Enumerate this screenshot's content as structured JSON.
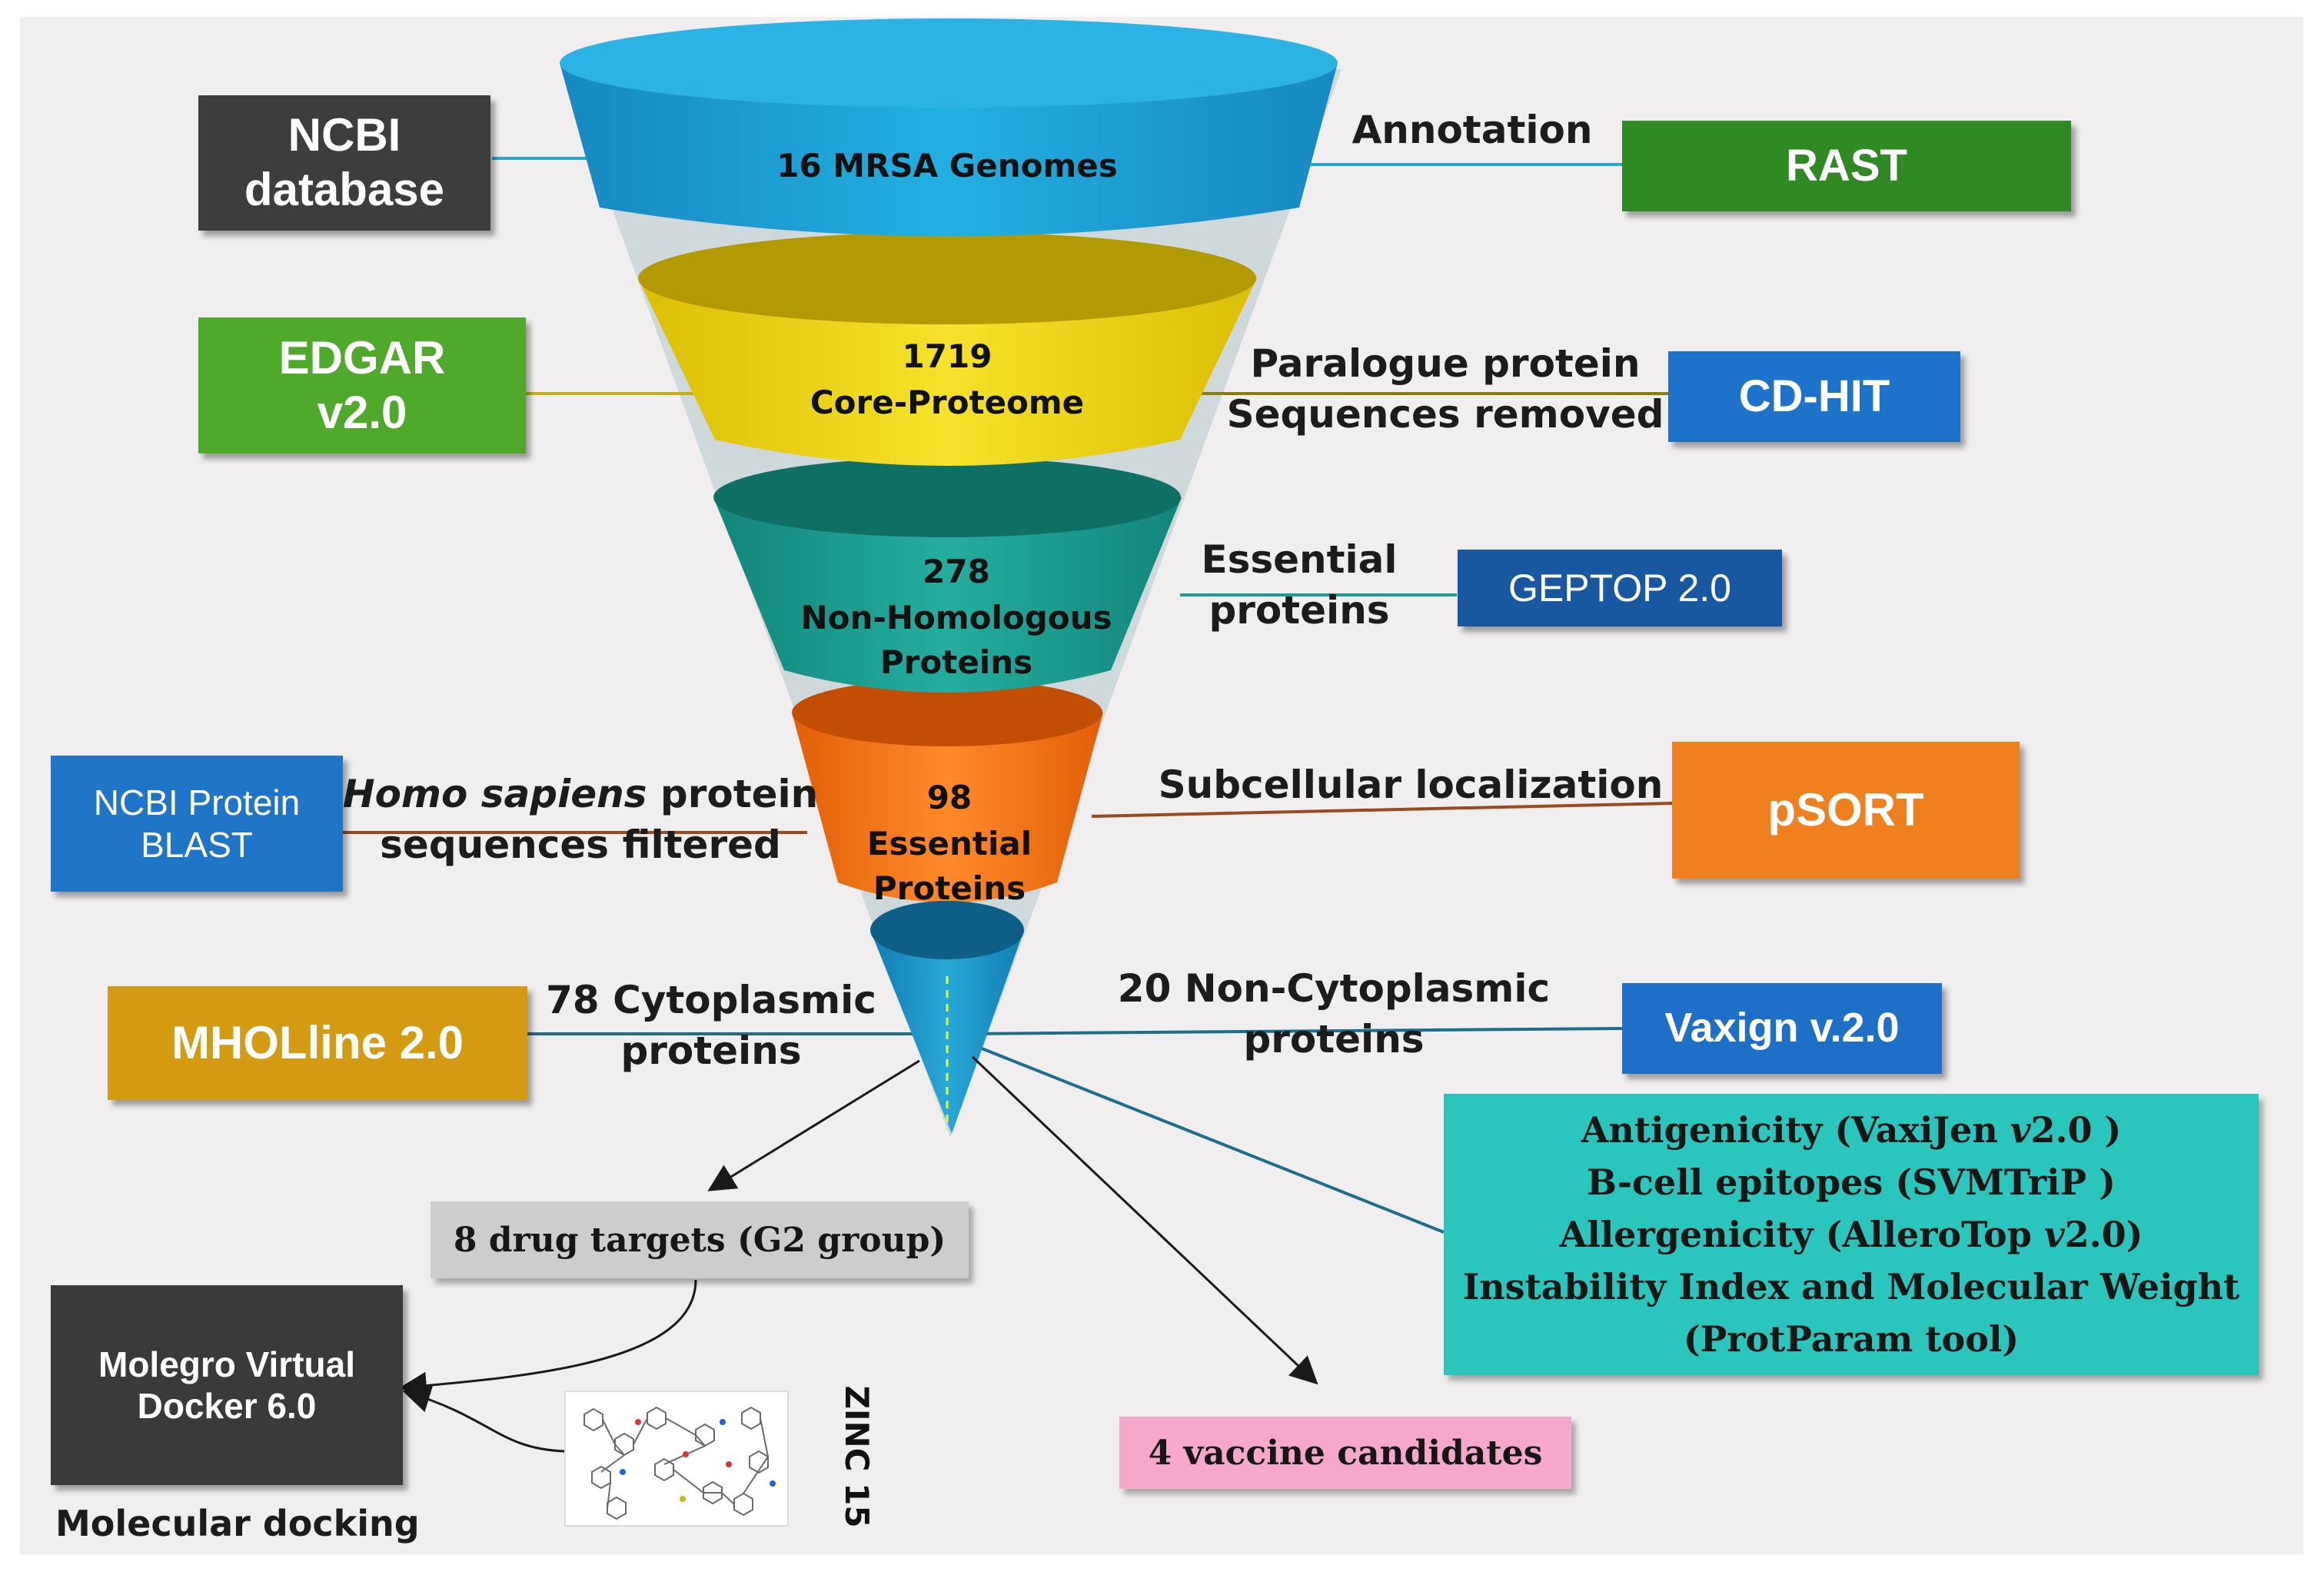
{
  "funnel": {
    "level1": {
      "text": "16 MRSA Genomes"
    },
    "level2": {
      "line1": "1719",
      "line2": "Core-Proteome"
    },
    "level3": {
      "line1": "278",
      "line2": "Non-Homologous",
      "line3": "Proteins"
    },
    "level4": {
      "line1": "98",
      "line2": "Essential",
      "line3": "Proteins"
    }
  },
  "tools": {
    "ncbi_database": {
      "line1": "NCBI",
      "line2": "database"
    },
    "rast": {
      "text": "RAST"
    },
    "edgar": {
      "line1": "EDGAR",
      "line2": "v2.0"
    },
    "cdhit": {
      "text": "CD-HIT"
    },
    "geptop": {
      "text": "GEPTOP 2.0"
    },
    "ncbi_blast": {
      "line1": "NCBI Protein",
      "line2": "BLAST"
    },
    "psort": {
      "text": "pSORT"
    },
    "mholline": {
      "text": "MHOLline 2.0"
    },
    "vaxign": {
      "text": "Vaxign v.2.0"
    },
    "molegro": {
      "line1": "Molegro Virtual",
      "line2": "Docker 6.0"
    }
  },
  "labels": {
    "annotation": "Annotation",
    "paralogue": {
      "line1": "Paralogue protein",
      "line2": "Sequences removed"
    },
    "essential": {
      "line1": "Essential",
      "line2": "proteins"
    },
    "homo_sapiens": {
      "italic": "Homo sapiens",
      "rest": " protein",
      "line2": "sequences filtered"
    },
    "subcellular": "Subcellular localization",
    "cytoplasmic": {
      "line1": "78 Cytoplasmic",
      "line2": "proteins"
    },
    "non_cytoplasmic": {
      "line1": "20 Non-Cytoplasmic",
      "line2": "proteins"
    },
    "molecular_docking": "Molecular docking",
    "zinc": "ZINC 15"
  },
  "outputs": {
    "drug_targets": "8 drug targets (G2 group)",
    "vaccine_candidates": "4 vaccine candidates"
  },
  "criteria": {
    "lines": [
      {
        "pre": "Antigenicity (VaxiJen ",
        "ital": "v",
        "post": "2.0 )"
      },
      {
        "pre": "B-cell epitopes (SVMTriP )",
        "ital": "",
        "post": ""
      },
      {
        "pre": "Allergenicity (AlleroTop ",
        "ital": "v",
        "post": "2.0)"
      },
      {
        "pre": "Instability Index and Molecular Weight",
        "ital": "",
        "post": ""
      },
      {
        "pre": "(ProtParam tool)",
        "ital": "",
        "post": ""
      }
    ]
  },
  "colors": {
    "background": "#f1eeef",
    "level1": "#1a9fd4",
    "level2": "#ecd30a",
    "level3": "#1a9a8d",
    "level4": "#f07010",
    "tip": "#1a94c5",
    "ncbi_database": "#3d3d3d",
    "rast": "#2f8a24",
    "edgar": "#4faa2c",
    "cdhit": "#1d73c9",
    "geptop": "#1858a0",
    "ncbi_blast": "#1f76c8",
    "psort": "#f0801e",
    "mholline": "#d39a12",
    "vaxign": "#1d6fc8",
    "criteria_box": "#2ac5bd",
    "drug_targets_box": "#cdcdcd",
    "molegro": "#3a3a3a",
    "vaccine_box": "#f5a8cc"
  }
}
